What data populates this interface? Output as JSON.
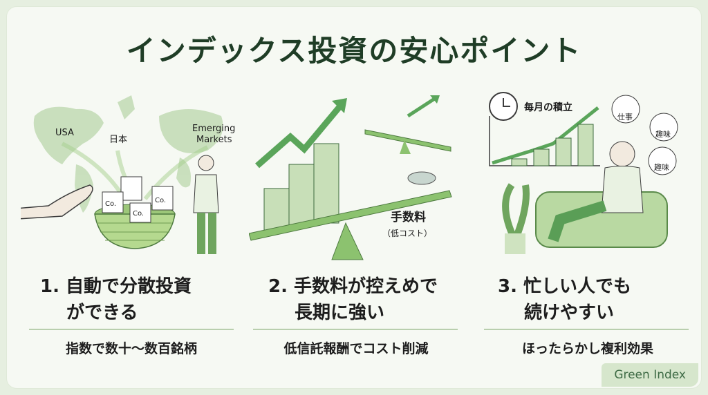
{
  "title": "インデックス投資の安心ポイント",
  "panels": [
    {
      "heading_line1": "1. 自動で分散投資",
      "heading_line2": "ができる",
      "subtitle": "指数で数十〜数百銘柄",
      "map_labels": {
        "usa": "USA",
        "japan": "日本",
        "emerging_1": "Emerging",
        "emerging_2": "Markets"
      },
      "basket_card_text": "Co."
    },
    {
      "heading_line1": "2. 手数料が控えめで",
      "heading_line2": "長期に強い",
      "subtitle": "低信託報酬でコスト削減",
      "fee_label": "手数料",
      "fee_sublabel": "（低コスト）"
    },
    {
      "heading_line1": "3. 忙しい人でも",
      "heading_line2": "続けやすい",
      "subtitle": "ほったらかし複利効果",
      "plan_label": "毎月の積立",
      "bubble_work": "仕事",
      "bubble_hobby_1": "趣味",
      "bubble_hobby_2": "趣味"
    }
  ],
  "brand": "Green Index",
  "colors": {
    "accent": "#5aa55a",
    "dark_green": "#1f3d26",
    "light_green": "#d6e6cc"
  }
}
